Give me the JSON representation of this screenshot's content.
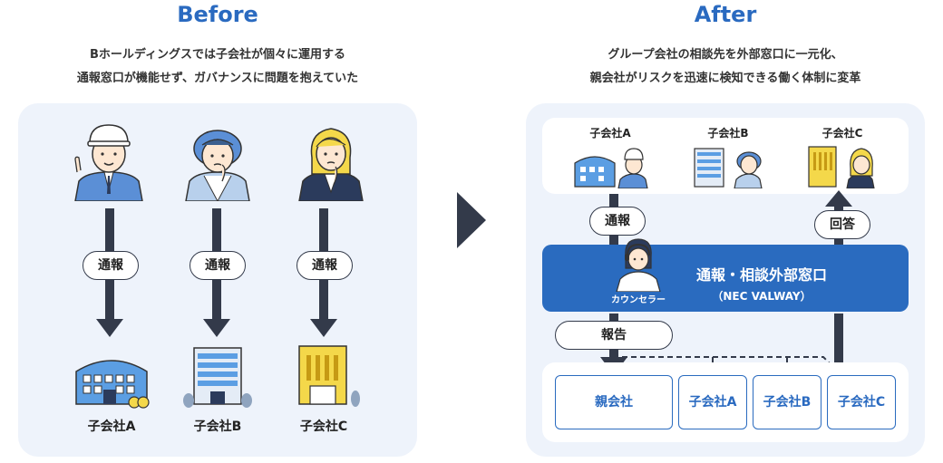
{
  "before": {
    "heading": "Before",
    "sub_line1": "Bホールディングスでは子会社が個々に運用する",
    "sub_line2": "通報窓口が機能せず、ガバナンスに問題を抱えていた",
    "flows": [
      {
        "label": "通報",
        "company": "子会社A"
      },
      {
        "label": "通報",
        "company": "子会社B"
      },
      {
        "label": "通報",
        "company": "子会社C"
      }
    ]
  },
  "after": {
    "heading": "After",
    "sub_line1": "グループ会社の相談先を外部窓口に一元化、",
    "sub_line2": "親会社がリスクを迅速に検知できる働く体制に変革",
    "top_companies": [
      "子会社A",
      "子会社B",
      "子会社C"
    ],
    "report_pill": "通報",
    "answer_pill": "回答",
    "notify_pill": "報告",
    "hub": {
      "title": "通報・相談外部窓口",
      "subtitle": "（NEC VALWAY）",
      "person_label": "カウンセラー"
    },
    "destinations": [
      "親会社",
      "子会社A",
      "子会社B",
      "子会社C"
    ]
  },
  "colors": {
    "accent": "#2a6ac0",
    "hub": "#2a6bbf",
    "panel": "#eef3fb",
    "arrow": "#333a4a"
  }
}
